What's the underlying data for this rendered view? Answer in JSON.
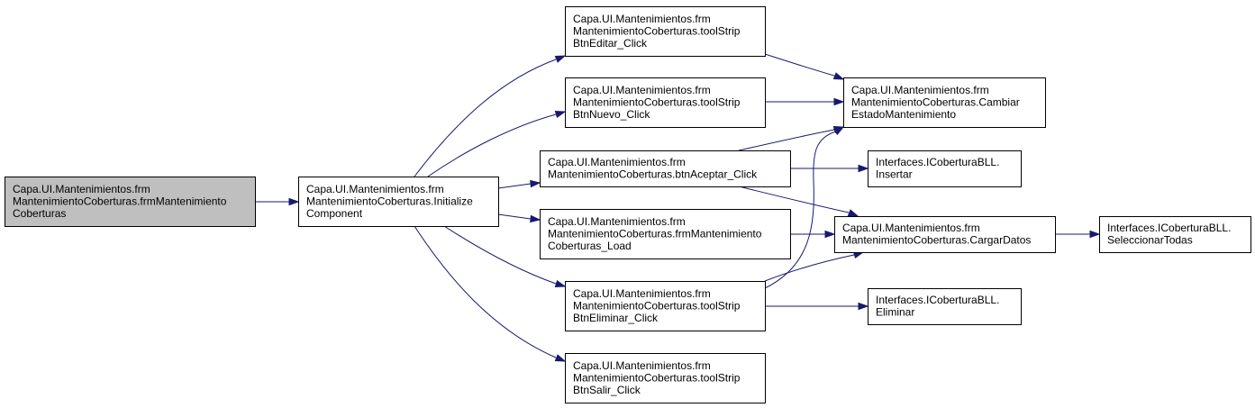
{
  "colors": {
    "edge": "#191970",
    "root_fill": "#bfbfbf",
    "node_fill": "#ffffff",
    "node_border": "#000000"
  },
  "nodes": {
    "root": [
      "Capa.UI.Mantenimientos.frm",
      "MantenimientoCoberturas.frmMantenimiento",
      "Coberturas"
    ],
    "initialize": [
      "Capa.UI.Mantenimientos.frm",
      "MantenimientoCoberturas.Initialize",
      "Component"
    ],
    "editar": [
      "Capa.UI.Mantenimientos.frm",
      "MantenimientoCoberturas.toolStrip",
      "BtnEditar_Click"
    ],
    "nuevo": [
      "Capa.UI.Mantenimientos.frm",
      "MantenimientoCoberturas.toolStrip",
      "BtnNuevo_Click"
    ],
    "aceptar": [
      "Capa.UI.Mantenimientos.frm",
      "MantenimientoCoberturas.btnAceptar_Click"
    ],
    "load": [
      "Capa.UI.Mantenimientos.frm",
      "MantenimientoCoberturas.frmMantenimiento",
      "Coberturas_Load"
    ],
    "eliminar": [
      "Capa.UI.Mantenimientos.frm",
      "MantenimientoCoberturas.toolStrip",
      "BtnEliminar_Click"
    ],
    "salir": [
      "Capa.UI.Mantenimientos.frm",
      "MantenimientoCoberturas.toolStrip",
      "BtnSalir_Click"
    ],
    "cambiar": [
      "Capa.UI.Mantenimientos.frm",
      "MantenimientoCoberturas.Cambiar",
      "EstadoMantenimiento"
    ],
    "insertar": [
      "Interfaces.ICoberturaBLL.",
      "Insertar"
    ],
    "cargar": [
      "Capa.UI.Mantenimientos.frm",
      "MantenimientoCoberturas.CargarDatos"
    ],
    "seleccionar": [
      "Interfaces.ICoberturaBLL.",
      "SeleccionarTodas"
    ],
    "eliminarbll": [
      "Interfaces.ICoberturaBLL.",
      "Eliminar"
    ]
  },
  "edges": [
    [
      "root",
      "initialize"
    ],
    [
      "initialize",
      "editar"
    ],
    [
      "initialize",
      "nuevo"
    ],
    [
      "initialize",
      "aceptar"
    ],
    [
      "initialize",
      "load"
    ],
    [
      "initialize",
      "eliminar"
    ],
    [
      "initialize",
      "salir"
    ],
    [
      "editar",
      "cambiar"
    ],
    [
      "nuevo",
      "cambiar"
    ],
    [
      "aceptar",
      "cambiar"
    ],
    [
      "aceptar",
      "insertar"
    ],
    [
      "aceptar",
      "cargar"
    ],
    [
      "load",
      "cargar"
    ],
    [
      "eliminar",
      "cambiar"
    ],
    [
      "eliminar",
      "cargar"
    ],
    [
      "eliminar",
      "eliminarbll"
    ],
    [
      "cargar",
      "seleccionar"
    ]
  ]
}
